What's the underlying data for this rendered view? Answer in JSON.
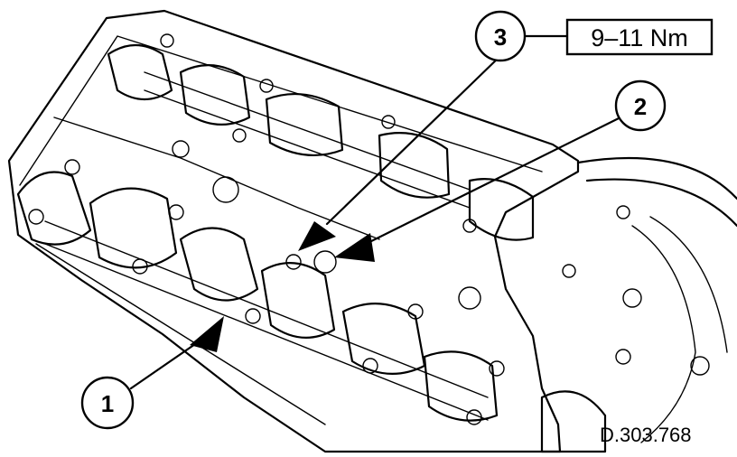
{
  "callouts": [
    {
      "label": "1"
    },
    {
      "label": "2"
    },
    {
      "label": "3"
    }
  ],
  "torque_spec": "9–11 Nm",
  "drawing_ref": "D.303.768"
}
